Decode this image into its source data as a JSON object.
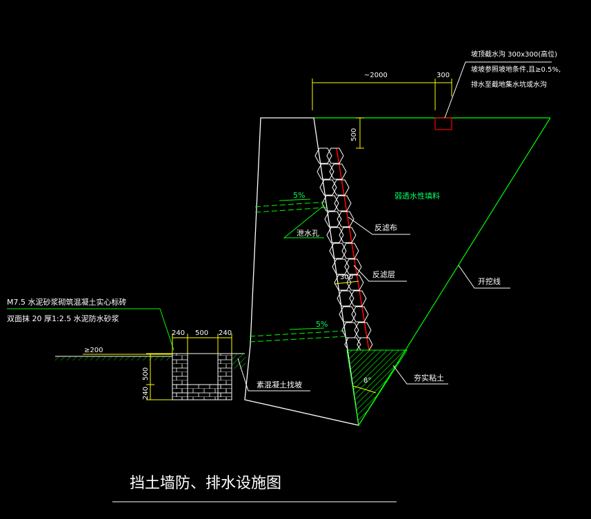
{
  "colors": {
    "background": "#000000",
    "wall_outline": "#ffffff",
    "ground_line": "#00ff00",
    "dimension_line": "#ffff00",
    "filter_fabric": "#ff0000",
    "leader_line": "#00ff00",
    "backfill_hatch": "#00ff00"
  },
  "labels": {
    "top_note_line1": "坡顶截水沟 300x300(高位)",
    "top_note_line2": "坡坡参照坡地条件,且≥0.5%,",
    "top_note_line3": "排水至截地集水坑或水沟",
    "permeable_fill": "弱透水性填料",
    "drain_hole": "泄水孔",
    "filter_cloth": "反滤布",
    "filter_layer": "反滤层",
    "excavation_line": "开挖线",
    "compacted_clay": "夯实粘土",
    "concrete_slope": "素混凝土找坡",
    "masonry_line1": "M7.5 水泥砂浆砌筑混凝土实心标砖",
    "masonry_line2": "双面抹 20 厚1:2.5 水泥防水砂浆",
    "slope_upper": "5%",
    "slope_lower": "5%",
    "angle": "8°"
  },
  "dimensions": {
    "top_width": "~2000",
    "ditch_width": "300",
    "top_depth": "500",
    "filter_thickness": "300",
    "channel_left": "240",
    "channel_mid": "500",
    "channel_right": "240",
    "offset": "≥200",
    "channel_depth": "500",
    "channel_base": "240"
  },
  "title": "挡土墙防、排水设施图"
}
